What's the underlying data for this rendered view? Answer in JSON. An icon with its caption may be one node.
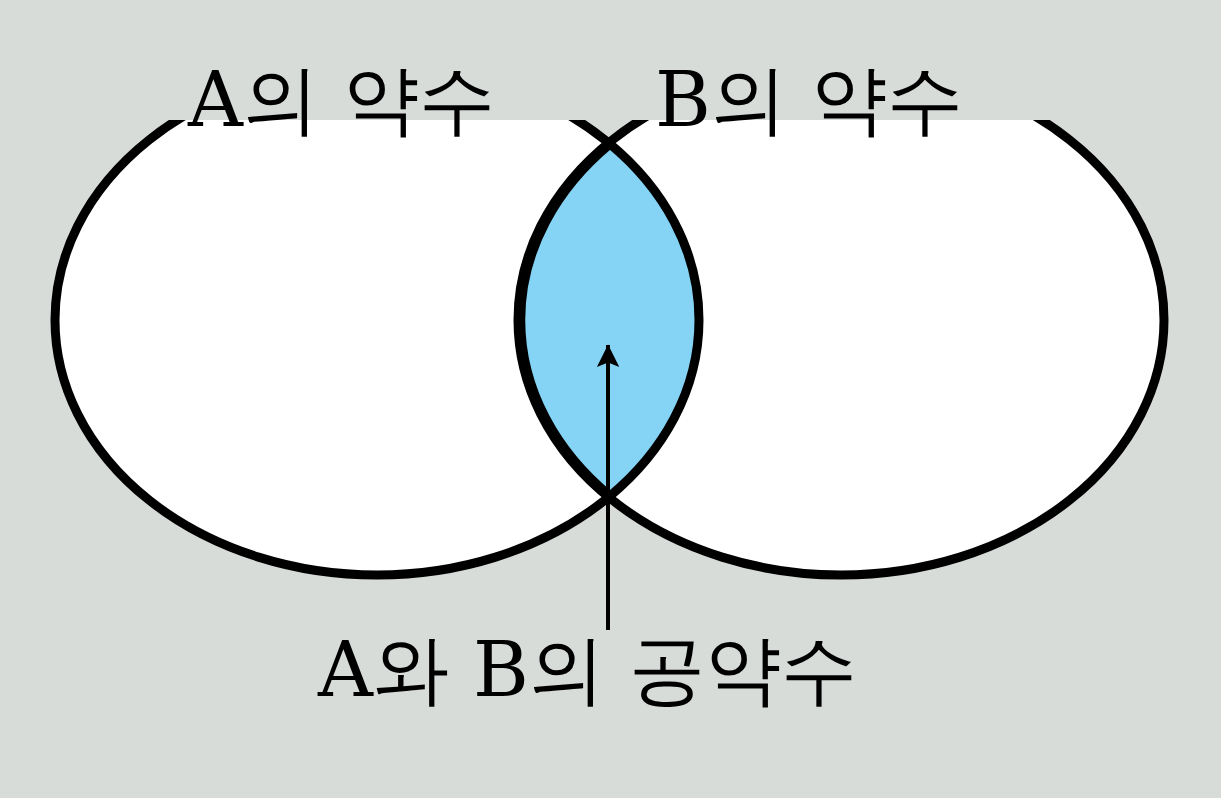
{
  "diagram": {
    "nodes": [
      {
        "text": [
          "A의 약수"
        ]
      },
      {
        "text": [
          "B의 약수"
        ]
      },
      {
        "text": [],
        "shape": "lens"
      },
      {
        "text": [
          "A와 B의 공약수"
        ]
      }
    ],
    "edges": [
      {
        "from": 3,
        "to": 2,
        "arrow": "to"
      }
    ]
  }
}
